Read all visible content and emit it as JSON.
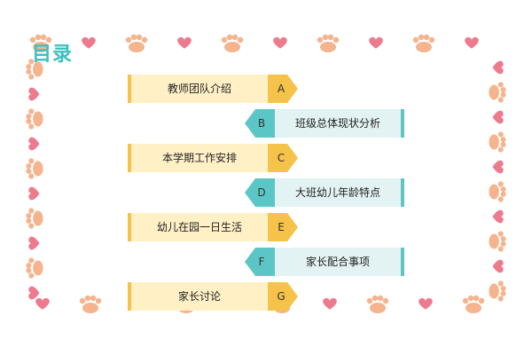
{
  "title": "目录",
  "colors": {
    "title": "#3cc0c0",
    "yellow_fill": "#fff0c6",
    "yellow_accent": "#f5c34a",
    "teal_fill": "#e3f3f3",
    "teal_accent": "#5cc6c6",
    "paw": "#f5b48d",
    "heart": "#ee7a8e"
  },
  "items": [
    {
      "letter": "A",
      "label": "教师团队介绍",
      "side": "left"
    },
    {
      "letter": "B",
      "label": "班级总体现状分析",
      "side": "right"
    },
    {
      "letter": "C",
      "label": "本学期工作安排",
      "side": "left"
    },
    {
      "letter": "D",
      "label": "大班幼儿年龄特点",
      "side": "right"
    },
    {
      "letter": "E",
      "label": "幼儿在园一日生活",
      "side": "left"
    },
    {
      "letter": "F",
      "label": "家长配合事项",
      "side": "right"
    },
    {
      "letter": "G",
      "label": "家长讨论",
      "side": "left"
    }
  ]
}
